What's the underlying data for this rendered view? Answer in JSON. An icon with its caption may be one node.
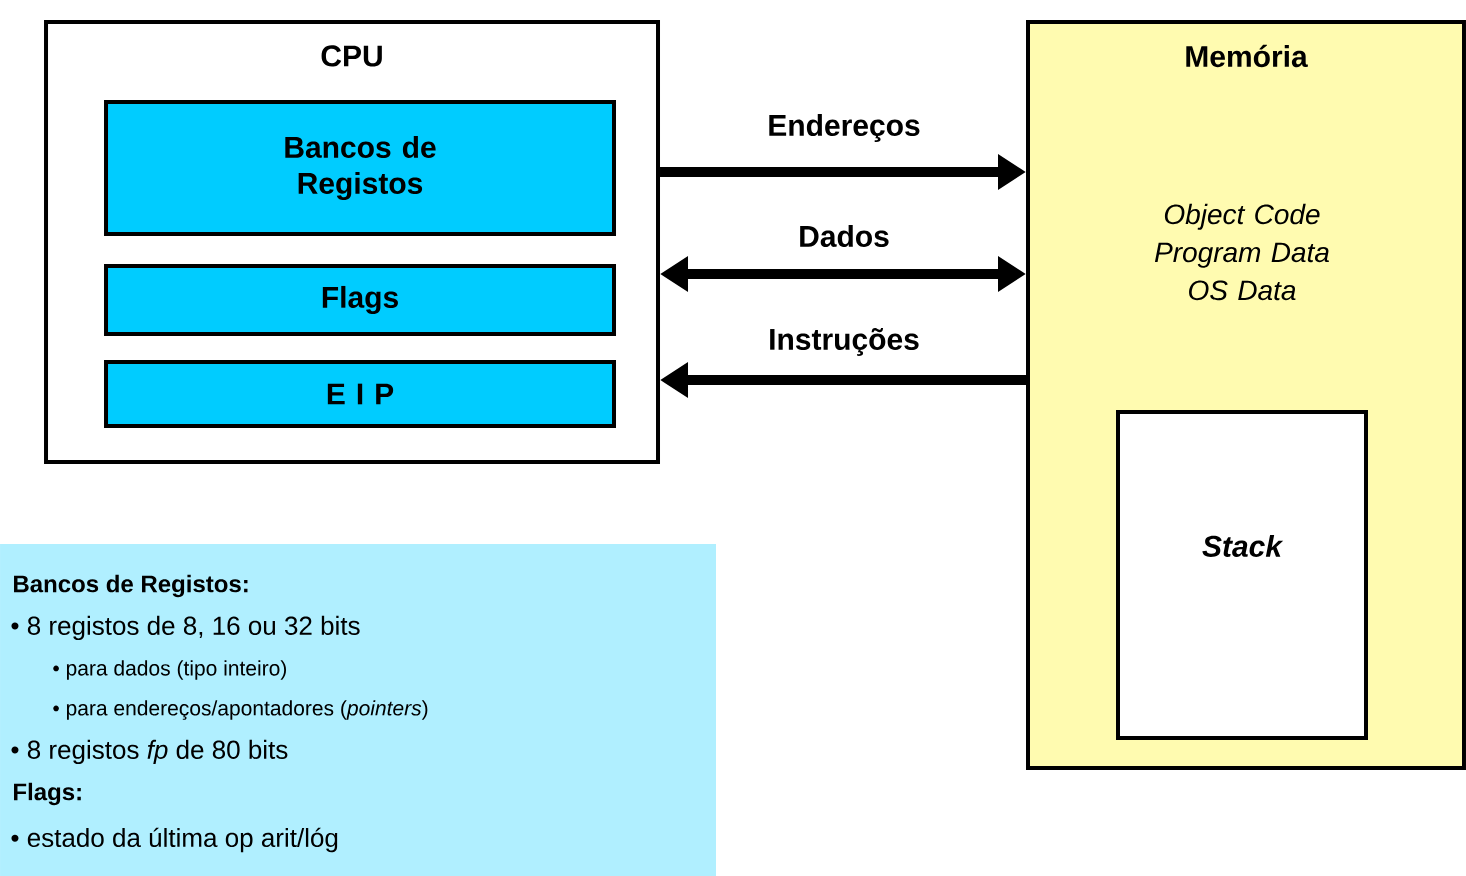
{
  "diagram": {
    "nodes": [
      {
        "text": [
          "CPU"
        ]
      },
      {
        "text": [
          "Bancos de Registos"
        ],
        "in": 0
      },
      {
        "text": [
          "Flags"
        ],
        "in": 0
      },
      {
        "text": [
          "E I P"
        ],
        "in": 0
      },
      {
        "text": [
          "Memória",
          "Object Code Program Data OS Data"
        ]
      },
      {
        "text": [
          "Stack"
        ],
        "in": 4
      },
      {
        "text": [
          "Bancos de Registos:",
          "• 8 registos de 8, 16 ou 32 bits",
          "• para dados (tipo inteiro)",
          "• para endereços/apontadores (*pointers*)",
          "• 8 registos *fp* de 80 bits",
          "Flags:",
          "• estado da última op arit/lóg"
        ]
      }
    ],
    "edges": [
      {
        "from": 0,
        "to": 4,
        "arrow": "to",
        "label": "Endereços"
      },
      {
        "from": 0,
        "to": 4,
        "arrow": "both",
        "label": "Dados"
      },
      {
        "from": 4,
        "to": 0,
        "arrow": "to",
        "label": "Instruções"
      }
    ]
  }
}
